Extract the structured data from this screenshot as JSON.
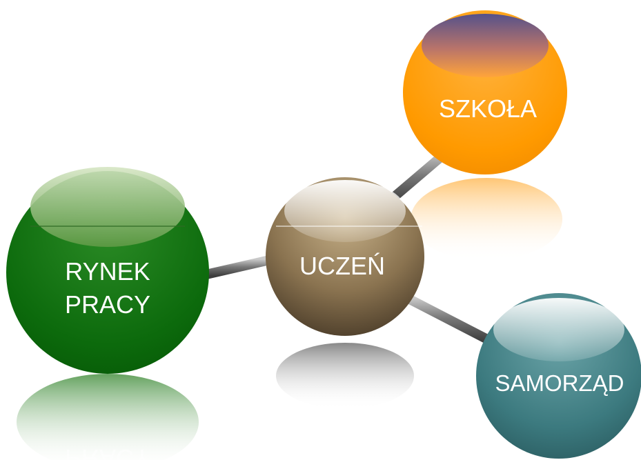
{
  "diagram": {
    "nodes": {
      "center": {
        "label": "UCZEŃ",
        "color": "#8d7650"
      },
      "school": {
        "label": "SZKOŁA",
        "color": "#ff9900"
      },
      "labor_market": {
        "label_line1": "RYNEK",
        "label_line2": "PRACY",
        "color": "#0e6a0e"
      },
      "local_gov": {
        "label": "SAMORZĄD",
        "color": "#3f7b80"
      }
    },
    "connections": [
      {
        "from": "UCZEŃ",
        "to": "SZKOŁA"
      },
      {
        "from": "UCZEŃ",
        "to": "RYNEK PRACY"
      },
      {
        "from": "UCZEŃ",
        "to": "SAMORZĄD"
      }
    ]
  }
}
